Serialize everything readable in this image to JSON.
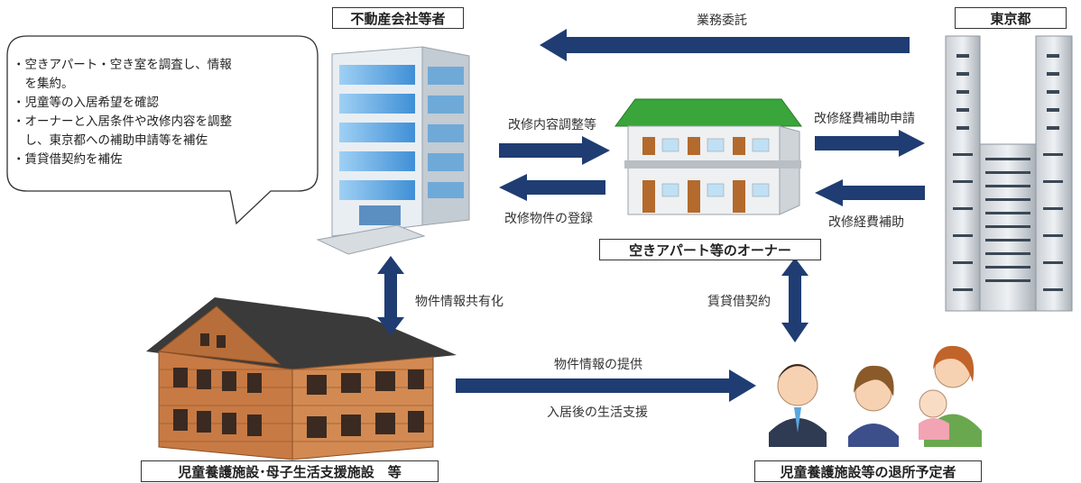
{
  "actors": {
    "realestate": "不動産会社等者",
    "tokyo": "東京都",
    "owner": "空きアパート等のオーナー",
    "facility": "児童養護施設･母子生活支援施設　等",
    "leavers": "児童養護施設等の退所予定者"
  },
  "bubble": {
    "lines": [
      "・空きアパート・空き室を調査し、情報",
      "　を集約。",
      "・児童等の入居希望を確認",
      "・オーナーと入居条件や改修内容を調整",
      "　し、東京都への補助申請等を補佐",
      "・賃貸借契約を補佐"
    ]
  },
  "flows": {
    "outsourcing": "業務委託",
    "renovation_adjust": "改修内容調整等",
    "property_registration": "改修物件の登録",
    "subsidy_application": "改修経費補助申請",
    "subsidy": "改修経費補助",
    "info_sharing": "物件情報共有化",
    "lease_contract": "賃貸借契約",
    "info_provision": "物件情報の提供",
    "life_support": "入居後の生活支援"
  },
  "colors": {
    "arrow": "#1f3d73",
    "roof": "#3aa53a",
    "wood": "#c87a44",
    "glass": "#5aa6e0"
  }
}
